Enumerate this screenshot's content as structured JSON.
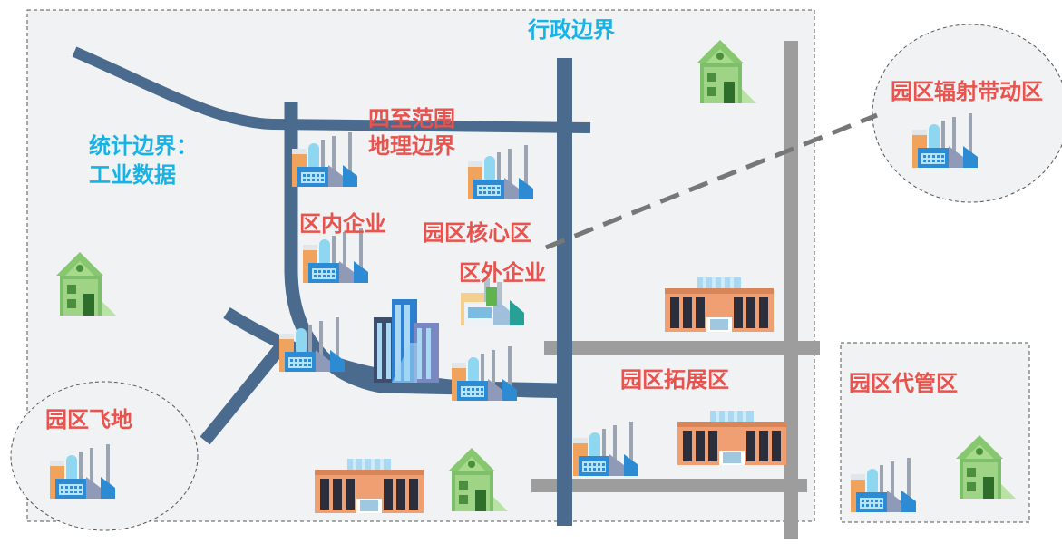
{
  "colors": {
    "accent_red": "#e8534d",
    "accent_cyan": "#17b3e6",
    "road_blue": "#4a6a8e",
    "road_gray": "#9d9d9d",
    "panel_fill": "#f0f2f4",
    "border_dash": "#555555"
  },
  "labels": {
    "admin_boundary": "行政边界",
    "stats_boundary_line1": "统计边界：",
    "stats_boundary_line2": "工业数据",
    "four_bounds_line1": "四至范围",
    "four_bounds_line2": "地理边界",
    "in_zone_enterprise": "区内企业",
    "park_core": "园区核心区",
    "out_zone_enterprise": "区外企业",
    "radiation_zone": "园区辐射带动区",
    "enclave": "园区飞地",
    "expansion_zone": "园区拓展区",
    "managed_zone": "园区代管区"
  },
  "icons": [
    "factory-icon",
    "house-icon",
    "warehouse-icon",
    "office-tower-icon",
    "small-factory-icon"
  ]
}
